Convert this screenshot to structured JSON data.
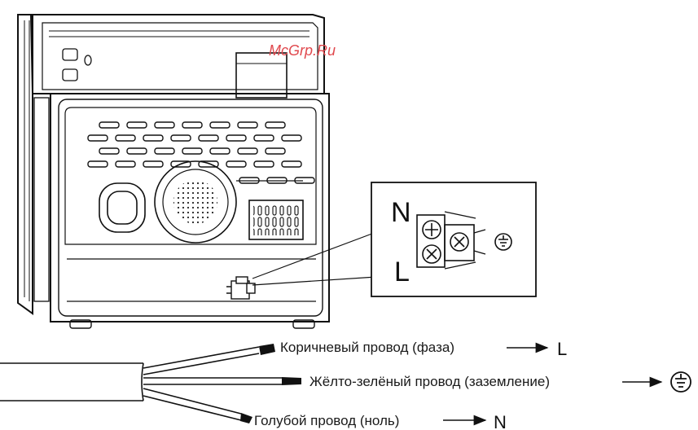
{
  "watermark": "McGrp.Ru",
  "terminal": {
    "n_label": "N",
    "l_label": "L"
  },
  "wires": [
    {
      "label": "Коричневый провод (фаза)",
      "target": "L"
    },
    {
      "label": "Жёлто-зелёный провод (заземление)",
      "target": "ground-symbol"
    },
    {
      "label": "Голубой провод (ноль)",
      "target": "N"
    }
  ],
  "icons": [
    "ground-icon",
    "screw-icon",
    "terminal-block-icon",
    "oven-outline"
  ]
}
